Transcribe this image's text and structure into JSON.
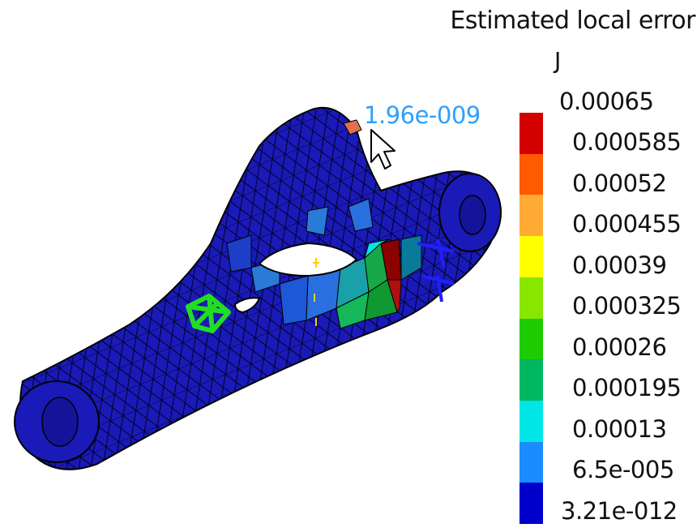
{
  "legend": {
    "title": "Estimated local error",
    "unit": "J",
    "ticks": [
      "0.00065",
      "0.000585",
      "0.00052",
      "0.000455",
      "0.00039",
      "0.000325",
      "0.00026",
      "0.000195",
      "0.00013",
      "6.5e-005",
      "3.21e-012"
    ],
    "colors": [
      "#d40000",
      "#ff5a00",
      "#ffaa33",
      "#ffff00",
      "#88e600",
      "#1dcc00",
      "#00b860",
      "#00e6e6",
      "#1a8cff",
      "#0000cc"
    ]
  },
  "probe": {
    "value": "1.96e-009",
    "color": "#2f9fff"
  },
  "model": {
    "base_color": "#1a1ab8",
    "edge_color": "#000000",
    "icons": [
      "clamp-restraint-icon",
      "force-arrow-icon",
      "mouse-cursor-icon"
    ]
  }
}
